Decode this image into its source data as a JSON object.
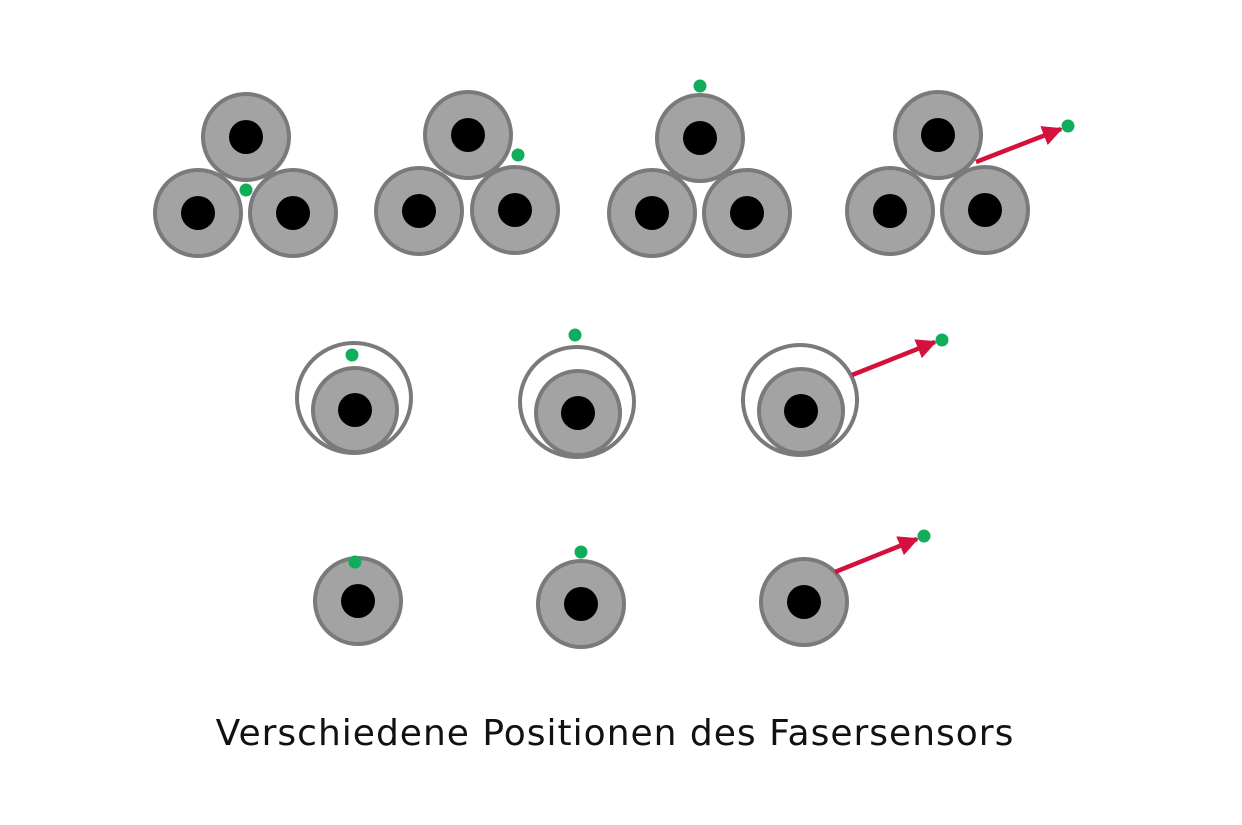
{
  "caption": "Verschiedene Positionen des Fasersensors",
  "colors": {
    "fiber_fill": "#a3a3a3",
    "fiber_stroke": "#7a7a7a",
    "core": "#000000",
    "sensor": "#12ad5a",
    "arrow": "#d4103c",
    "sheath_stroke": "#7a7a7a"
  },
  "icons": [
    "fiber-cross-section",
    "sensor-dot",
    "arrow",
    "sheath-ring"
  ]
}
